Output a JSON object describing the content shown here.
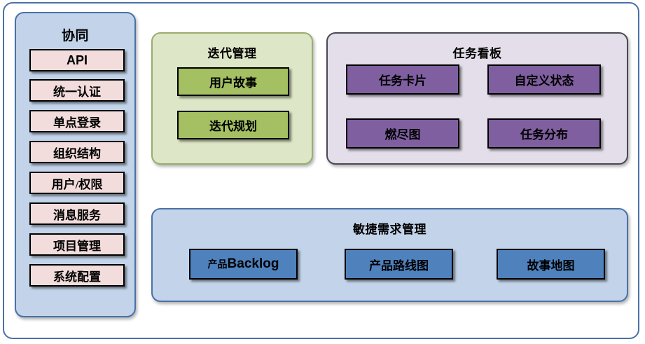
{
  "diagram": {
    "type": "block-architecture",
    "frame_border_color": "#4a71a8",
    "sidebar": {
      "title": "协同",
      "fill": "#c3d4ea",
      "border": "#4a71a8",
      "item_fill": "#f2dcdc",
      "items": [
        {
          "label": "API"
        },
        {
          "label": "统一认证"
        },
        {
          "label": "单点登录"
        },
        {
          "label": "组织结构"
        },
        {
          "label": "用户/权限"
        },
        {
          "label": "消息服务"
        },
        {
          "label": "项目管理"
        },
        {
          "label": "系统配置"
        }
      ]
    },
    "groups": [
      {
        "id": "iteration",
        "title": "迭代管理",
        "fill": "#dde6c6",
        "border": "#9aad6e",
        "item_fill": "#a4c062",
        "items": [
          {
            "label": "用户故事"
          },
          {
            "label": "迭代规划"
          }
        ]
      },
      {
        "id": "taskboard",
        "title": "任务看板",
        "fill": "#e3dee9",
        "border": "#4a4a52",
        "item_fill": "#7f5fa0",
        "items": [
          {
            "label": "任务卡片"
          },
          {
            "label": "自定义状态"
          },
          {
            "label": "燃尽图"
          },
          {
            "label": "任务分布"
          }
        ]
      },
      {
        "id": "agile",
        "title": "敏捷需求管理",
        "fill": "#c3d4ea",
        "border": "#4a71a8",
        "item_fill": "#4f81bd",
        "items": [
          {
            "label": "产品Backlog",
            "han": "产品",
            "latin": "Backlog"
          },
          {
            "label": "产品路线图"
          },
          {
            "label": "故事地图"
          }
        ]
      }
    ]
  }
}
